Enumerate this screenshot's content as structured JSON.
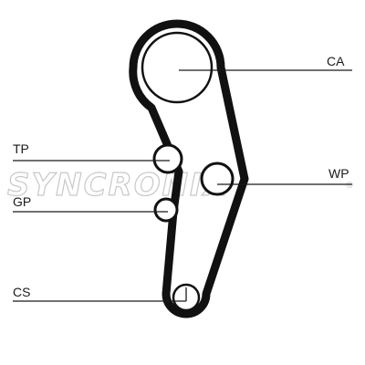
{
  "diagram": {
    "labels": {
      "ca": "CA",
      "tp": "TP",
      "wp": "WP",
      "gp": "GP",
      "cs": "CS"
    },
    "watermark": "SYNCRONIX",
    "watermark_mark": "®",
    "colors": {
      "belt": "#111111",
      "leader_line": "#1a1a1a",
      "watermark": "#c8c8c8",
      "background": "#ffffff"
    }
  }
}
